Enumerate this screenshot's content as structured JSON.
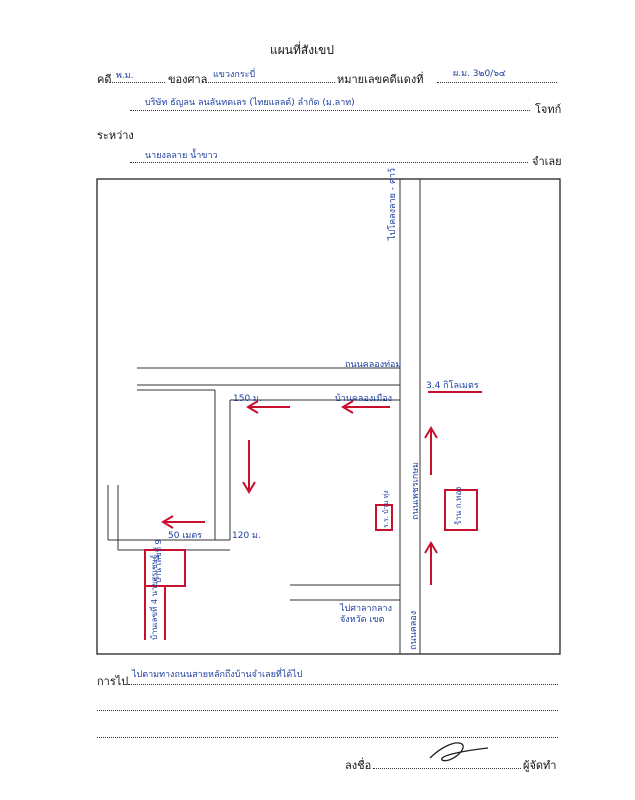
{
  "header": {
    "title": "แผนที่สังเขป",
    "case_label": "คดี",
    "case_type": "พ.ม.",
    "court_label": "ของศาล",
    "court_name": "แขวงกระบี่",
    "red_case_label": "หมายเลขคดีแดงที่",
    "red_case_number": "ผ.ม. 3๒0/๖๔",
    "plaintiff_name": "บริษัท ธัญลน ลนลันทดเลร (ไทยแลลด์) ลำกัด (ม.ลาท)",
    "plaintiff_label": "โจทก์",
    "between_label": "ระหว่าง",
    "defendant_name": "นายงลลาย น้ำขาว",
    "defendant_label": "จำเลย"
  },
  "map": {
    "road_north_label": "ไปโคลงลาย - คาว้",
    "road_west_label": "ถนนคลองท่อม",
    "distance_label": "3.4 กิโลเมตร",
    "village_top_label": "บ้านคลองเมือง",
    "dist_150": "150 ม.",
    "dist_120": "120 ม.",
    "dist_50": "50 เมตร",
    "main_road_label": "ถนนเพชรเกษม",
    "school_label": "ร.ร. บ้าน ทุ่ง",
    "shop_label": "ร้าน ก.ทอง",
    "house_label": "บ้าน เลขที่ 9",
    "house_road_label": "บ้านเลขที่ 4 นายสุรเชษฐ์",
    "bottom_place_label": "ไปศาลากลาง จังหวัด เขต",
    "bottom_road_label": "ถนนคลอง"
  },
  "footer": {
    "route_label": "การไป",
    "route_text": "ไปตามทางถนนสายหลักถึงบ้านจำเลยที่ได้ไป",
    "sign_label": "ลงชื่อ",
    "signer_label": "ผู้จัดทำ"
  },
  "colors": {
    "ink": "#1e3fa0",
    "marker": "#c8102e"
  }
}
